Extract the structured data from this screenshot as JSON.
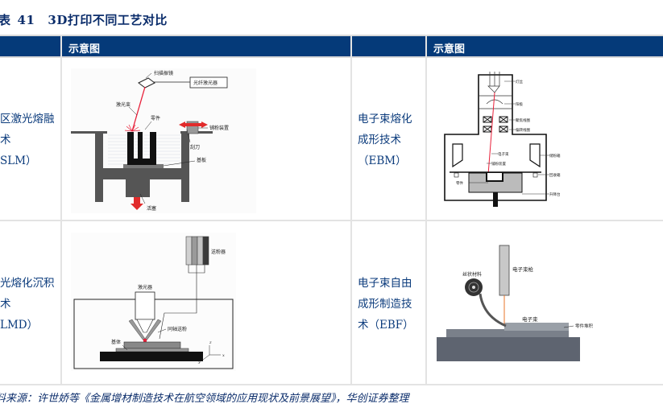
{
  "table_title": {
    "prefix": "表",
    "number": "41",
    "text": "3D打印不同工艺对比"
  },
  "table": {
    "headers": [
      "",
      "示意图",
      "",
      "示意图"
    ],
    "rows": [
      {
        "left_process": [
          "区激光熔融",
          "术",
          "SLM）"
        ],
        "left_diagram": {
          "name": "SLM",
          "labels": {
            "scanner": "扫描振镜",
            "laser": "光纤激光器",
            "beam": "激光束",
            "part": "零件",
            "spreader": "铺粉装置",
            "blade": "刮刀",
            "substrate": "基板",
            "piston": "活塞"
          }
        },
        "right_process": [
          "电子束熔化",
          "成形技术",
          "（EBM）"
        ],
        "right_diagram": {
          "name": "EBM",
          "labels": {
            "filament": "灯丝",
            "anode": "阳极",
            "focus_coil": "聚焦线圈",
            "deflect_coil": "偏转线圈",
            "beam": "电子束",
            "hopper": "储粉箱",
            "spreader": "铺粉装置",
            "recycle": "回收箱",
            "part": "零件",
            "platform": "升降台"
          }
        }
      },
      {
        "left_process": [
          "光熔化沉积",
          "术",
          "LMD）"
        ],
        "left_diagram": {
          "name": "LMD",
          "labels": {
            "feeder": "送粉器",
            "laser": "激光器",
            "coaxial": "同轴送粉",
            "substrate": "基体",
            "axis_z": "z",
            "axis_x": "x",
            "axis_y": "y"
          }
        },
        "right_process": [
          "电子束自由",
          "成形制造技",
          "术（EBF）"
        ],
        "right_diagram": {
          "name": "EBF",
          "labels": {
            "wire": "丝状材料",
            "gun": "电子束枪",
            "beam": "电子束",
            "deposit": "零件堆积"
          }
        }
      }
    ]
  },
  "source": "料来源：许世娇等《金属增材制造技术在航空领域的应用现状及前景展望》，华创证券整理",
  "colors": {
    "header_bg": "#053a79",
    "text_blue": "#0b3b7c",
    "beam_red": "#e8203a",
    "grid": "#e3e3e3"
  }
}
